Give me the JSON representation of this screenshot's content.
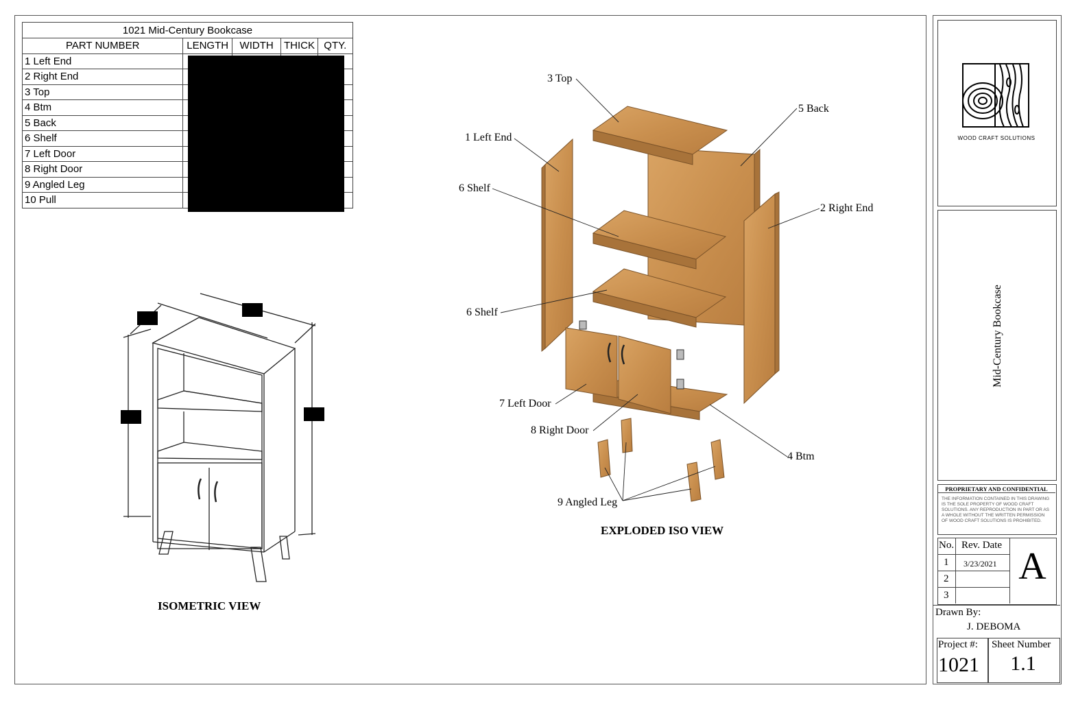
{
  "parts_table": {
    "title": "1021 Mid-Century Bookcase",
    "headers": [
      "PART NUMBER",
      "LENGTH",
      "WIDTH",
      "THICK",
      "QTY."
    ],
    "rows": [
      "1 Left End",
      "2 Right End",
      "3 Top",
      "4 Btm",
      "5 Back",
      "6 Shelf",
      "7 Left Door",
      "8 Right Door",
      "9 Angled Leg",
      "10 Pull"
    ]
  },
  "views": {
    "isometric_title": "ISOMETRIC VIEW",
    "exploded_title": "EXPLODED ISO VIEW"
  },
  "callouts": {
    "top": "3 Top",
    "back": "5 Back",
    "left_end": "1 Left End",
    "shelf_upper": "6 Shelf",
    "right_end": "2 Right End",
    "shelf_lower": "6 Shelf",
    "left_door": "7 Left Door",
    "right_door": "8 Right Door",
    "btm": "4 Btm",
    "angled_leg": "9 Angled Leg"
  },
  "title_block": {
    "logo_text": "WOOD CRAFT SOLUTIONS",
    "drawing_title": "Mid-Century Bookcase",
    "proprietary_heading": "PROPRIETARY AND CONFIDENTIAL",
    "proprietary_text": "THE INFORMATION CONTAINED IN THIS DRAWING IS THE SOLE PROPERTY OF WOOD CRAFT SOLUTIONS. ANY REPRODUCTION IN PART OR AS A WHOLE WITHOUT THE WRITTEN PERMISSION OF WOOD CRAFT SOLUTIONS IS PROHIBITED.",
    "rev_headers": [
      "No.",
      "Rev. Date"
    ],
    "revisions": [
      {
        "no": "1",
        "date": "3/23/2021"
      },
      {
        "no": "2",
        "date": ""
      },
      {
        "no": "3",
        "date": ""
      }
    ],
    "rev_letter": "A",
    "drawn_by_label": "Drawn By:",
    "drawn_by": "J. DEBOMA",
    "project_label": "Project #:",
    "project_number": "1021",
    "sheet_label": "Sheet Number",
    "sheet_number": "1.1"
  },
  "colors": {
    "wood": "#c9904f",
    "wood_dark": "#a8733a",
    "wood_light": "#dba566",
    "line": "#222222"
  }
}
